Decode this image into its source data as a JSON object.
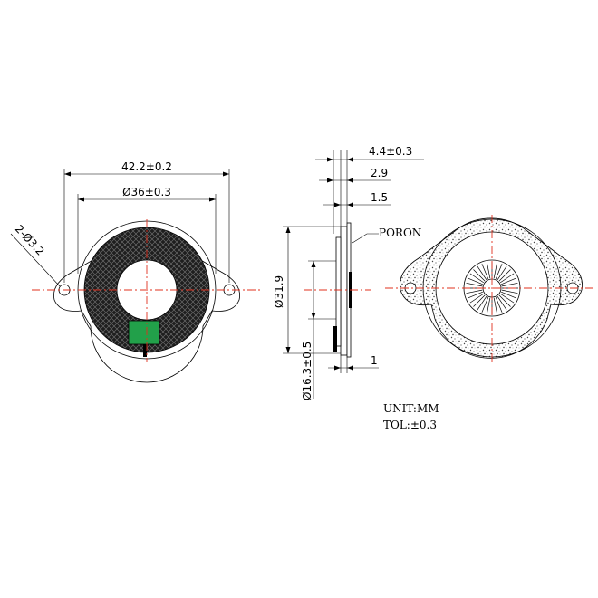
{
  "drawing": {
    "front_view": {
      "overall_width": "42.2±0.2",
      "diameter": "Ø36±0.3",
      "holes": "2-Ø3.2"
    },
    "side_view": {
      "thickness_total": "4.4±0.3",
      "thickness_mid": "2.9",
      "thickness_small": "1.5",
      "outer_diameter": "Ø31.9",
      "inner_diameter": "Ø16.3±0.5",
      "step": "1",
      "material_label": "PORON"
    },
    "notes": {
      "unit": "UNIT:MM",
      "tolerance": "TOL:±0.3"
    }
  },
  "colors": {
    "outline": "#000000",
    "centerline": "#e0301e",
    "terminal": "#22a04a",
    "mesh": "#1a1a1a"
  }
}
